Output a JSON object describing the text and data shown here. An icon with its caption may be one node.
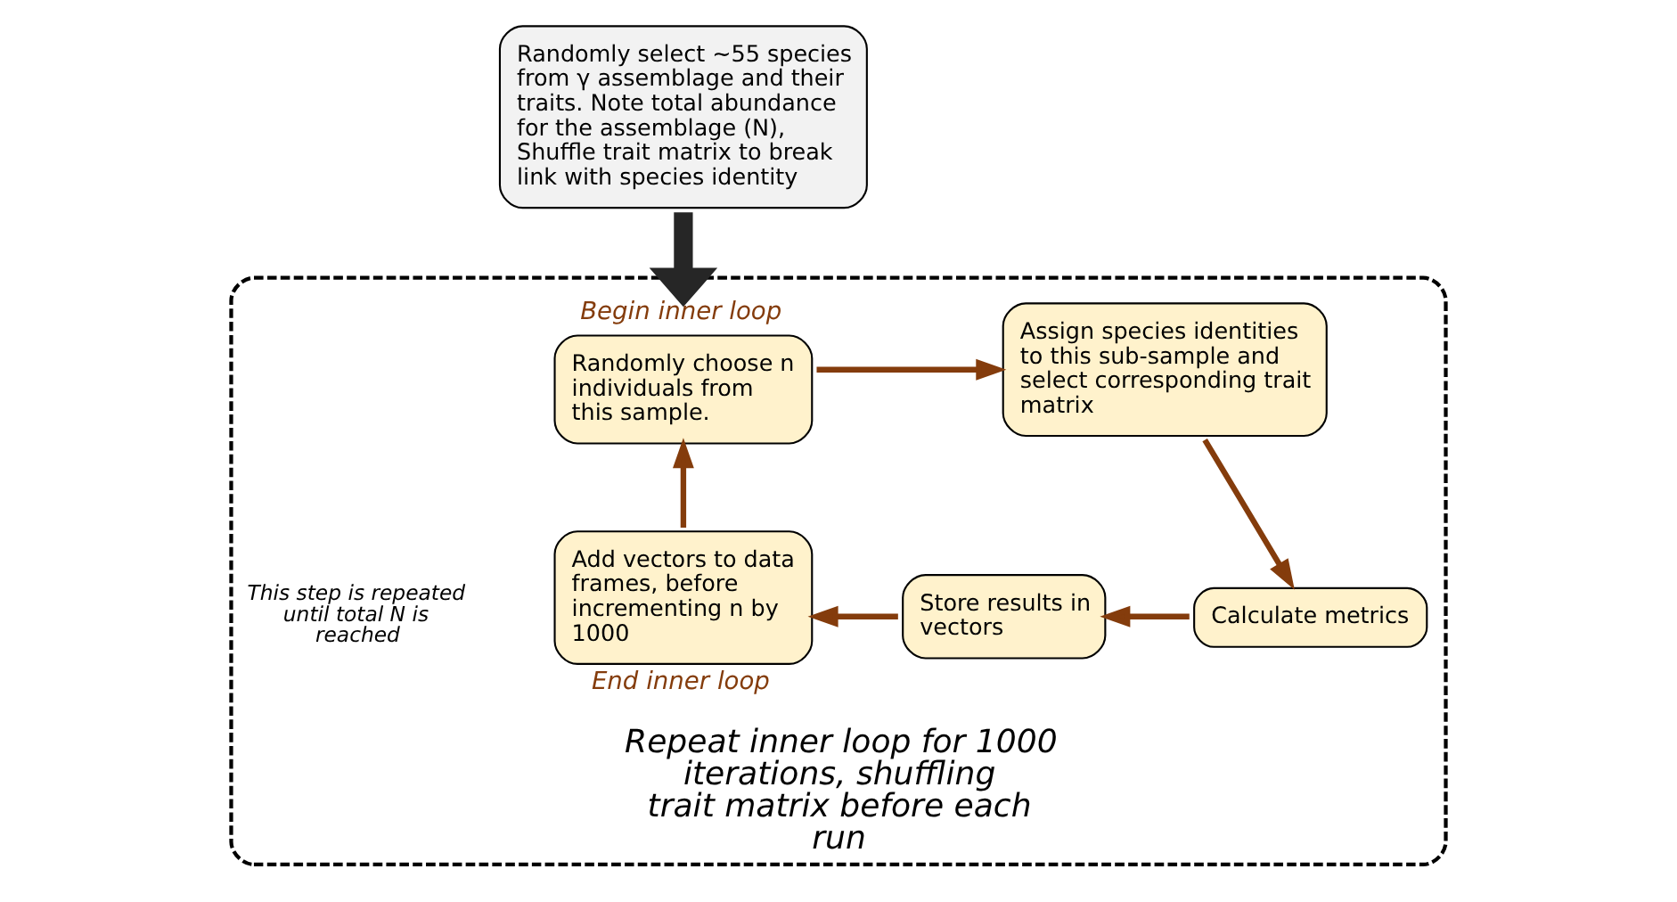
{
  "diagram": {
    "nodes": [
      {
        "text": [
          "Repeat inner loop for 1000 iterations, shuffling trait matrix before each run"
        ]
      },
      {
        "text": [
          "Randomly select ~55 species from γ assemblage and their traits. Note total abundance for the assemblage (N), Shuffle trait matrix to break link with species identity"
        ]
      },
      {
        "text": [
          "Randomly choose n individuals from this sample."
        ],
        "in": 0,
        "beside": [
          "Begin inner loop"
        ]
      },
      {
        "text": [
          "Assign species identities to this sub-sample and select corresponding trait matrix"
        ],
        "in": 0
      },
      {
        "text": [
          "Calculate metrics"
        ],
        "in": 0
      },
      {
        "text": [
          "Store results in vectors"
        ],
        "in": 0
      },
      {
        "text": [
          "Add vectors to data frames, before incrementing n by 1000"
        ],
        "in": 0,
        "beside": [
          "End inner loop"
        ]
      }
    ],
    "edges": [
      {
        "from": 1,
        "to": 2,
        "arrow": "to",
        "style": "thick",
        "color": "#262626"
      },
      {
        "from": 2,
        "to": 3,
        "arrow": "to"
      },
      {
        "from": 3,
        "to": 4,
        "arrow": "to"
      },
      {
        "from": 4,
        "to": 5,
        "arrow": "to"
      },
      {
        "from": 5,
        "to": 6,
        "arrow": "to"
      },
      {
        "from": 6,
        "to": 2,
        "arrow": "to"
      }
    ],
    "labels": [
      "This step is repeated until total N is reached"
    ]
  }
}
